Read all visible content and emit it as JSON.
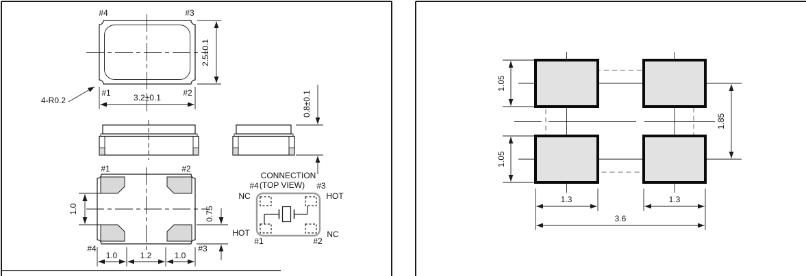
{
  "left_panel": {
    "top_view": {
      "pin_top_left": "#4",
      "pin_top_right": "#3",
      "pin_bottom_left": "#1",
      "pin_bottom_right": "#2",
      "width_dim": "3.2±0.1",
      "height_dim": "2.5±0.1",
      "corner_note": "4-R0.2"
    },
    "side_views": {
      "height_dim": "0.8±0.1"
    },
    "bottom_view": {
      "pin_top_left": "#1",
      "pin_top_right": "#2",
      "pin_bottom_left": "#4",
      "pin_bottom_right": "#3",
      "pad_gap_dim": "1.0",
      "pad_length_dim": "0.75",
      "bottom_dims": [
        "1.0",
        "1.2",
        "1.0"
      ]
    },
    "connection": {
      "title": "CONNECTION",
      "subtitle": "(TOP VIEW)",
      "pin_top_left": "#4",
      "pin_top_right": "#3",
      "pin_bottom_left": "#1",
      "pin_bottom_right": "#2",
      "signal_top_left": "NC",
      "signal_top_right": "HOT",
      "signal_bottom_left": "HOT",
      "signal_bottom_right": "NC"
    }
  },
  "right_panel": {
    "land_pattern": {
      "pad_height_dim_top": "1.05",
      "pad_height_dim_bottom": "1.05",
      "row_pitch_dim": "1.85",
      "pad_width_dim_left": "1.3",
      "pad_width_dim_right": "1.3",
      "overall_width_dim": "3.6"
    }
  }
}
